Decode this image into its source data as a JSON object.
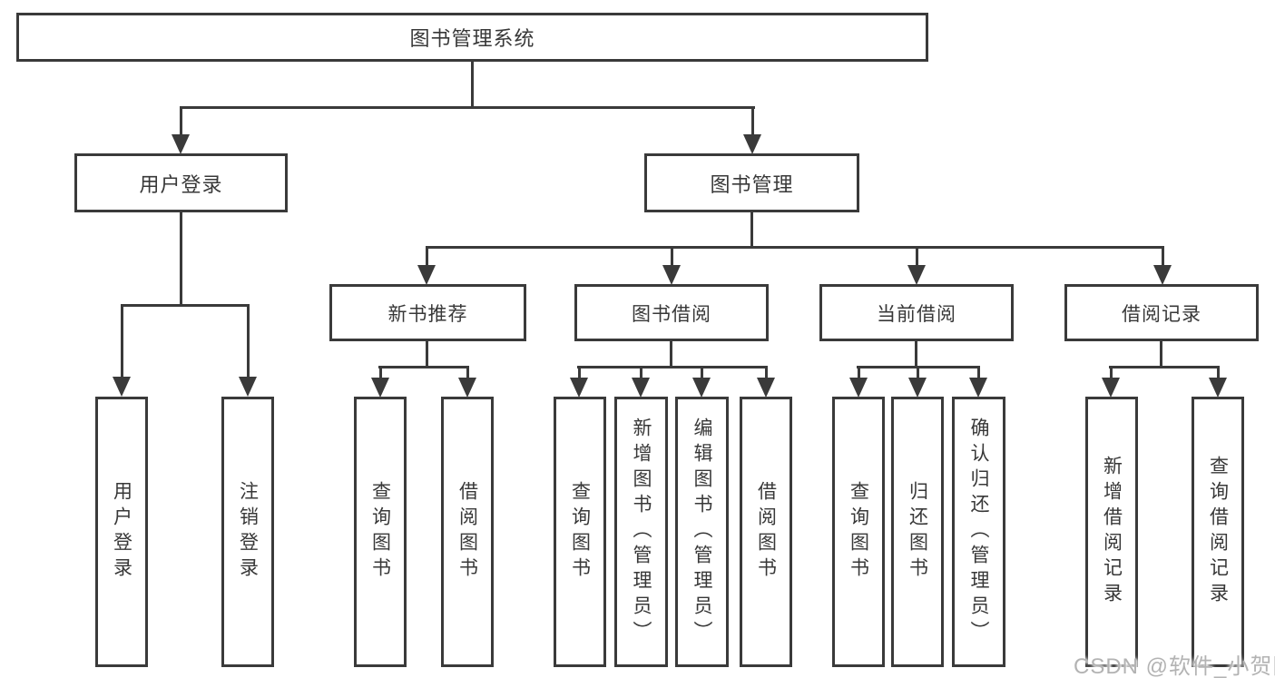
{
  "nodes": {
    "root": "图书管理系统",
    "user_login": "用户登录",
    "book_management": "图书管理",
    "new_book_recommend": "新书推荐",
    "book_borrow": "图书借阅",
    "current_borrow": "当前借阅",
    "borrow_record": "借阅记录",
    "leaf_user_login": "用户登录",
    "leaf_logout": "注销登录",
    "leaf_nbr_query_books": "查询图书",
    "leaf_nbr_borrow_books": "借阅图书",
    "leaf_bb_query_books": "查询图书",
    "leaf_bb_add_books": "新增图书（管理员）",
    "leaf_bb_edit_books": "编辑图书（管理员）",
    "leaf_bb_borrow_books": "借阅图书",
    "leaf_cb_query_books": "查询图书",
    "leaf_cb_return_books": "归还图书",
    "leaf_cb_confirm_return": "确认归还（管理员）",
    "leaf_br_add_record": "新增借阅记录",
    "leaf_br_query_record": "查询借阅记录"
  },
  "watermark": "CSDN @软件_小贺同学",
  "colors": {
    "line": "#3a3a3a",
    "text": "#383838",
    "watermark": "#b3b3b3",
    "background": "#ffffff"
  }
}
